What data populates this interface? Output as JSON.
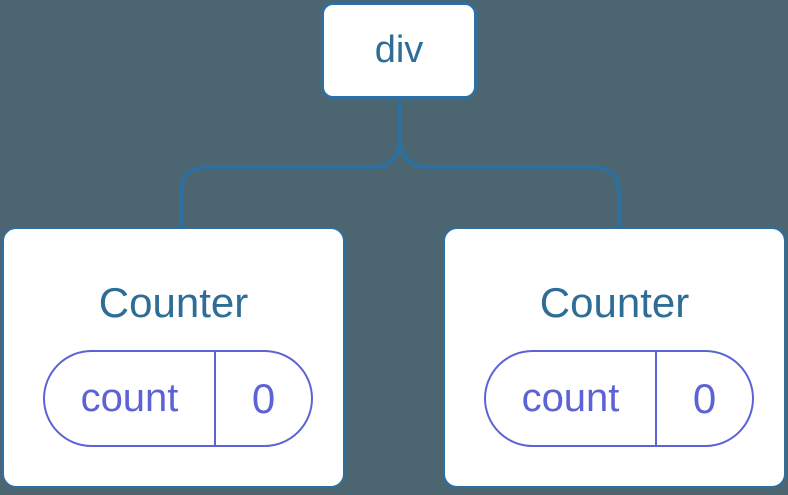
{
  "colors": {
    "background": "#4c6671",
    "connector_line": "#2e6fa2",
    "node_text": "#2e6d96",
    "state_accent": "#5c63d4",
    "node_background": "#ffffff"
  },
  "tree": {
    "root": {
      "label": "div"
    },
    "children": [
      {
        "name": "Counter",
        "state_key": "count",
        "state_value": "0"
      },
      {
        "name": "Counter",
        "state_key": "count",
        "state_value": "0"
      }
    ]
  }
}
